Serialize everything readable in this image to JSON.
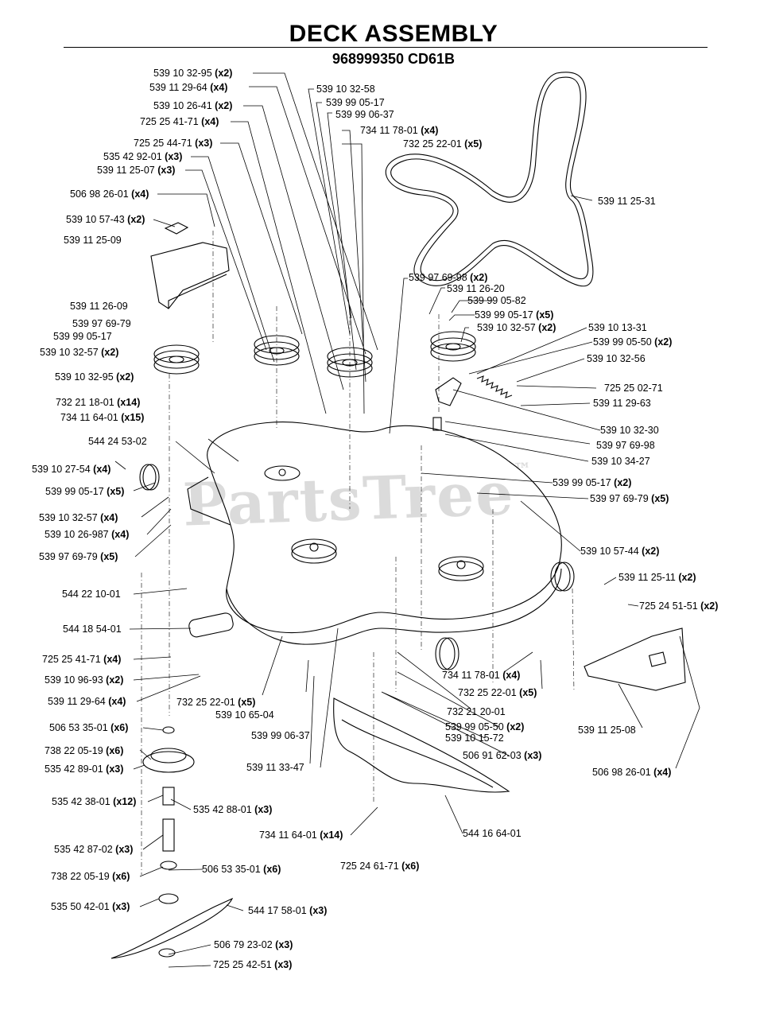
{
  "header": {
    "title": "DECK ASSEMBLY",
    "subtitle": "968999350   CD61B"
  },
  "watermark": "PartsTree",
  "watermark_mark": "™",
  "labels": [
    {
      "id": "l1",
      "part": "539 10 32-95",
      "qty": "(x2)"
    },
    {
      "id": "l2",
      "part": "539 11 29-64",
      "qty": "(x4)"
    },
    {
      "id": "l3",
      "part": "539 10 26-41",
      "qty": "(x2)"
    },
    {
      "id": "l4",
      "part": "725 25 41-71",
      "qty": "(x4)"
    },
    {
      "id": "l5",
      "part": "725 25 44-71",
      "qty": "(x3)"
    },
    {
      "id": "l6",
      "part": "535 42 92-01",
      "qty": "(x3)"
    },
    {
      "id": "l7",
      "part": "539 11 25-07",
      "qty": "(x3)"
    },
    {
      "id": "l8",
      "part": "506 98 26-01",
      "qty": "(x4)"
    },
    {
      "id": "l9",
      "part": "539 10 57-43",
      "qty": "(x2)"
    },
    {
      "id": "l10",
      "part": "539 11 25-09",
      "qty": ""
    },
    {
      "id": "l11",
      "part": "539 10 32-58",
      "qty": ""
    },
    {
      "id": "l12",
      "part": "539 99 05-17",
      "qty": ""
    },
    {
      "id": "l13",
      "part": "539 99 06-37",
      "qty": ""
    },
    {
      "id": "l14",
      "part": "734 11 78-01",
      "qty": "(x4)"
    },
    {
      "id": "l15",
      "part": "732 25 22-01",
      "qty": "(x5)"
    },
    {
      "id": "l16",
      "part": "539 11 25-31",
      "qty": ""
    },
    {
      "id": "l17",
      "part": "539 97 69-98",
      "qty": "(x2)"
    },
    {
      "id": "l18",
      "part": "539 11 26-20",
      "qty": ""
    },
    {
      "id": "l19",
      "part": "539 99 05-82",
      "qty": ""
    },
    {
      "id": "l20",
      "part": "539 99 05-17",
      "qty": "(x5)"
    },
    {
      "id": "l21",
      "part": "539 10 32-57",
      "qty": "(x2)"
    },
    {
      "id": "l22",
      "part": "539 10 13-31",
      "qty": ""
    },
    {
      "id": "l23",
      "part": "539 99 05-50",
      "qty": "(x2)"
    },
    {
      "id": "l24",
      "part": "539 10 32-56",
      "qty": ""
    },
    {
      "id": "l25",
      "part": "725 25 02-71",
      "qty": ""
    },
    {
      "id": "l26",
      "part": "539 11 29-63",
      "qty": ""
    },
    {
      "id": "l27",
      "part": "539 10 32-30",
      "qty": ""
    },
    {
      "id": "l28",
      "part": "539 97 69-98",
      "qty": ""
    },
    {
      "id": "l29",
      "part": "539 10 34-27",
      "qty": ""
    },
    {
      "id": "l30",
      "part": "539 11 26-09",
      "qty": ""
    },
    {
      "id": "l31",
      "part": "539 97 69-79",
      "qty": ""
    },
    {
      "id": "l32",
      "part": "539 99 05-17",
      "qty": ""
    },
    {
      "id": "l33",
      "part": "539 10 32-57",
      "qty": "(x2)"
    },
    {
      "id": "l34",
      "part": "539 10 32-95",
      "qty": "(x2)"
    },
    {
      "id": "l35",
      "part": "732 21 18-01",
      "qty": "(x14)"
    },
    {
      "id": "l36",
      "part": "734 11 64-01",
      "qty": "(x15)"
    },
    {
      "id": "l37",
      "part": "544 24 53-02",
      "qty": ""
    },
    {
      "id": "l38",
      "part": "539 10 27-54",
      "qty": "(x4)"
    },
    {
      "id": "l39",
      "part": "539 99 05-17",
      "qty": "(x5)"
    },
    {
      "id": "l40",
      "part": "539 10 32-57",
      "qty": "(x4)"
    },
    {
      "id": "l41",
      "part": "539 10 26-987",
      "qty": "(x4)"
    },
    {
      "id": "l42",
      "part": "539 97 69-79",
      "qty": "(x5)"
    },
    {
      "id": "l43",
      "part": "539 99 05-17",
      "qty": "(x2)"
    },
    {
      "id": "l44",
      "part": "539 97 69-79",
      "qty": "(x5)"
    },
    {
      "id": "l45",
      "part": "539 10 57-44",
      "qty": "(x2)"
    },
    {
      "id": "l46",
      "part": "539 11 25-11",
      "qty": "(x2)"
    },
    {
      "id": "l47",
      "part": "725 24 51-51",
      "qty": "(x2)"
    },
    {
      "id": "l48",
      "part": "544 22 10-01",
      "qty": ""
    },
    {
      "id": "l49",
      "part": "544 18 54-01",
      "qty": ""
    },
    {
      "id": "l50",
      "part": "725 25 41-71",
      "qty": "(x4)"
    },
    {
      "id": "l51",
      "part": "539 10 96-93",
      "qty": "(x2)"
    },
    {
      "id": "l52",
      "part": "539 11 29-64",
      "qty": "(x4)"
    },
    {
      "id": "l53",
      "part": "732 25 22-01",
      "qty": "(x5)"
    },
    {
      "id": "l54",
      "part": "539 10 65-04",
      "qty": ""
    },
    {
      "id": "l55",
      "part": "734 11 78-01",
      "qty": "(x4)"
    },
    {
      "id": "l56",
      "part": "732 25 22-01",
      "qty": "(x5)"
    },
    {
      "id": "l57",
      "part": "732 21 20-01",
      "qty": ""
    },
    {
      "id": "l58",
      "part": "539 99 05-50",
      "qty": "(x2)"
    },
    {
      "id": "l59",
      "part": "539 10 15-72",
      "qty": ""
    },
    {
      "id": "l60",
      "part": "539 11 25-08",
      "qty": ""
    },
    {
      "id": "l61",
      "part": "506 53 35-01",
      "qty": "(x6)"
    },
    {
      "id": "l62",
      "part": "738 22 05-19",
      "qty": "(x6)"
    },
    {
      "id": "l63",
      "part": "535 42 89-01",
      "qty": "(x3)"
    },
    {
      "id": "l64",
      "part": "539 99 06-37",
      "qty": ""
    },
    {
      "id": "l65",
      "part": "539 11 33-47",
      "qty": ""
    },
    {
      "id": "l66",
      "part": "506 91 62-03",
      "qty": "(x3)"
    },
    {
      "id": "l67",
      "part": "506 98 26-01",
      "qty": "(x4)"
    },
    {
      "id": "l68",
      "part": "535 42 38-01",
      "qty": "(x12)"
    },
    {
      "id": "l69",
      "part": "535 42 88-01",
      "qty": "(x3)"
    },
    {
      "id": "l70",
      "part": "544 16 64-01",
      "qty": ""
    },
    {
      "id": "l71",
      "part": "734 11 64-01",
      "qty": "(x14)"
    },
    {
      "id": "l72",
      "part": "535 42 87-02",
      "qty": "(x3)"
    },
    {
      "id": "l73",
      "part": "725 24 61-71",
      "qty": "(x6)"
    },
    {
      "id": "l74",
      "part": "738 22 05-19",
      "qty": "(x6)"
    },
    {
      "id": "l75",
      "part": "506 53 35-01",
      "qty": "(x6)"
    },
    {
      "id": "l76",
      "part": "535 50 42-01",
      "qty": "(x3)"
    },
    {
      "id": "l77",
      "part": "544 17 58-01",
      "qty": "(x3)"
    },
    {
      "id": "l78",
      "part": "506 79 23-02",
      "qty": "(x3)"
    },
    {
      "id": "l79",
      "part": "725 25 42-51",
      "qty": "(x3)"
    }
  ]
}
